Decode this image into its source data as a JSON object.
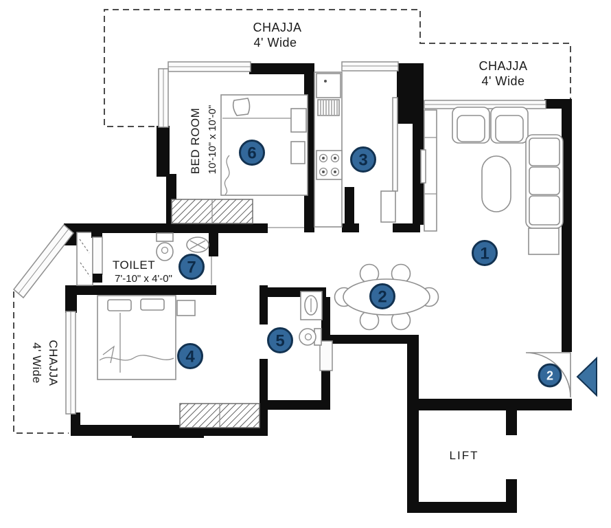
{
  "plan": {
    "labels": {
      "chajja_top_left": {
        "title": "CHAJJA",
        "subtitle": "4' Wide"
      },
      "chajja_top_right": {
        "title": "CHAJJA",
        "subtitle": "4' Wide"
      },
      "chajja_left": {
        "title": "CHAJJA",
        "subtitle": "4' Wide"
      },
      "bedroom6": {
        "title": "BED ROOM",
        "dims": "10'-10\" x 10'-0\""
      },
      "toilet7": {
        "title": "TOILET",
        "dims": "7'-10\" x 4'-0\""
      },
      "lift": {
        "title": "LIFT"
      }
    },
    "markers": {
      "living_room": "1",
      "dining": "2",
      "kitchen": "3",
      "bedroom_4": "4",
      "toilet_5": "5",
      "bedroom_6": "6",
      "toilet_7": "7",
      "entrance": "2"
    }
  },
  "colors": {
    "wall": "#0e0e0e",
    "line": "#8f8f8f",
    "dashed": "#4a4a4a",
    "text": "#1a1a1a",
    "window_fill": "#fbfbfb",
    "marker_fill": "#33689a",
    "marker_stroke": "#123251",
    "marker_text": "#0d2b49",
    "marker_text_light": "#f3f7fb",
    "arrow": "#3a71a1"
  }
}
